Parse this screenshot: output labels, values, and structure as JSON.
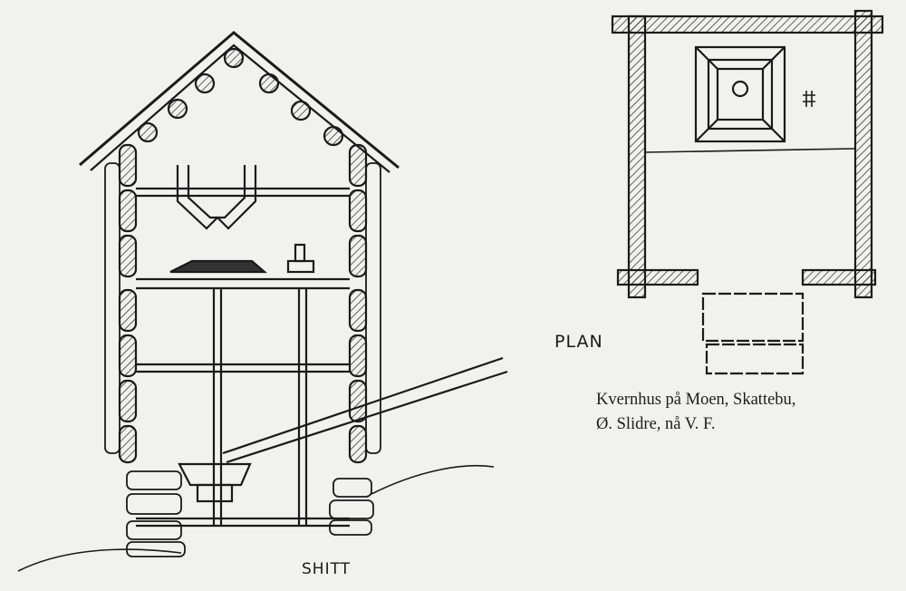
{
  "labels": {
    "plan": "PLAN",
    "section": "SHITT"
  },
  "caption": {
    "line1": "Kvernhus på Moen, Skattebu,",
    "line2": "Ø. Slidre, nå V. F."
  },
  "colors": {
    "paper": "#f1f2ee",
    "ink": "#1a1a1a"
  }
}
